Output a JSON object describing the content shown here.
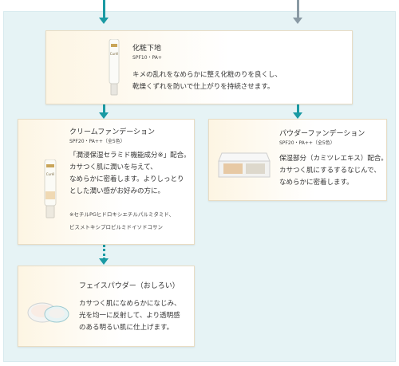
{
  "flowchart": {
    "base": {
      "title": "化粧下地",
      "spf": "SPF10・PA+",
      "lines": [
        "キメの乱れをなめらかに整え化粧のりを良くし、",
        "乾燥くずれを防いで仕上がりを持続させます。"
      ]
    },
    "cream": {
      "title": "クリームファンデーション",
      "spf": "SPF20・PA++（全5色）",
      "lines": [
        "「潤浸保湿セラミド機能成分※」配合。",
        "カサつく肌に潤いを与えて、",
        "なめらかに密着します。よりしっとり",
        "とした潤い感がお好みの方に。"
      ],
      "notes": [
        "※セチルPGヒドロキシエチルパルミタミド、",
        "ビスメトキシプロピルミドイソドコサン"
      ]
    },
    "powder": {
      "title": "パウダーファンデーション",
      "spf": "SPF20・PA++（全5色）",
      "lines": [
        "保湿部分（カミツレエキス）配合。",
        "カサつく肌にするするなじんで、",
        "なめらかに密着します。"
      ]
    },
    "face": {
      "title": "フェイスパウダー（おしろい）",
      "lines": [
        "カサつく肌になめらかになじみ、",
        "光を均一に反射して、より透明感",
        "のある明るい肌に仕上げます。"
      ]
    }
  },
  "product_label": "Curél"
}
